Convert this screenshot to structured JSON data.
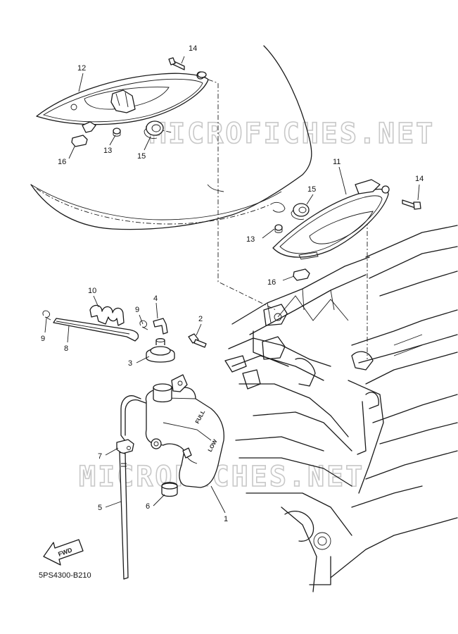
{
  "diagram_code": "5PS4300-B210",
  "watermark_text": "MICROFICHES.NET",
  "fwd_label": "FWD",
  "tank_marks": {
    "full": "FULL",
    "low": "LOW"
  },
  "callouts": [
    {
      "id": "1",
      "label": "1"
    },
    {
      "id": "2",
      "label": "2"
    },
    {
      "id": "3",
      "label": "3"
    },
    {
      "id": "4",
      "label": "4"
    },
    {
      "id": "5",
      "label": "5"
    },
    {
      "id": "6",
      "label": "6"
    },
    {
      "id": "7",
      "label": "7"
    },
    {
      "id": "8",
      "label": "8"
    },
    {
      "id": "9a",
      "label": "9"
    },
    {
      "id": "9b",
      "label": "9"
    },
    {
      "id": "10",
      "label": "10"
    },
    {
      "id": "11",
      "label": "11"
    },
    {
      "id": "12",
      "label": "12"
    },
    {
      "id": "13a",
      "label": "13"
    },
    {
      "id": "13b",
      "label": "13"
    },
    {
      "id": "14a",
      "label": "14"
    },
    {
      "id": "14b",
      "label": "14"
    },
    {
      "id": "15a",
      "label": "15"
    },
    {
      "id": "15b",
      "label": "15"
    },
    {
      "id": "16a",
      "label": "16"
    },
    {
      "id": "16b",
      "label": "16"
    }
  ]
}
